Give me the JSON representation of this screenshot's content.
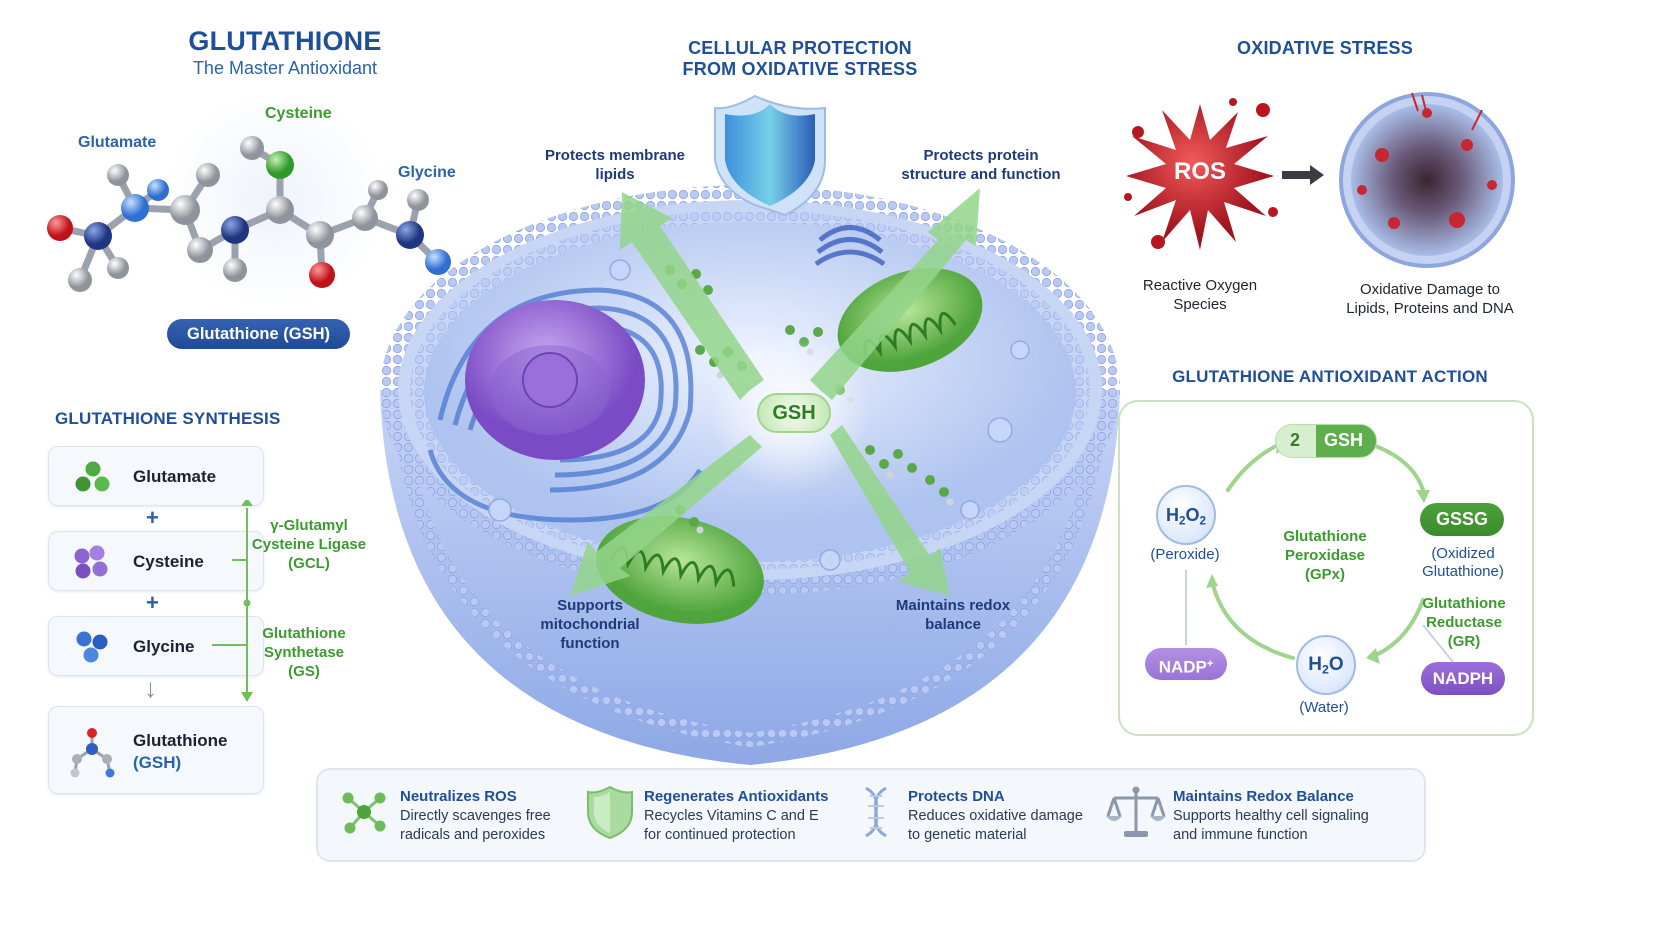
{
  "header": {
    "title": "GLUTATHIONE",
    "subtitle": "The Master Antioxidant"
  },
  "molecule": {
    "labels": {
      "glutamate": "Glutamate",
      "cysteine": "Cysteine",
      "glycine": "Glycine"
    },
    "badge": "Glutathione (GSH)"
  },
  "synthesis": {
    "title": "GLUTATHIONE SYNTHESIS",
    "steps": [
      "Glutamate",
      "Cysteine",
      "Glycine"
    ],
    "product_line1": "Glutathione",
    "product_line2": "(GSH)",
    "plus": "+",
    "arrow": "↓",
    "enzyme1": [
      "γ-Glutamyl",
      "Cysteine Ligase",
      "(GCL)"
    ],
    "enzyme2": [
      "Glutathione",
      "Synthetase",
      "(GS)"
    ]
  },
  "cell": {
    "title_line1": "CELLULAR PROTECTION",
    "title_line2": "FROM OXIDATIVE STRESS",
    "center": "GSH",
    "labels": {
      "membrane": [
        "Protects membrane",
        "lipids"
      ],
      "protein": [
        "Protects protein",
        "structure and function"
      ],
      "mito": [
        "Supports",
        "mitochondrial",
        "function"
      ],
      "redox": [
        "Maintains redox",
        "balance"
      ]
    }
  },
  "oxidative": {
    "title": "OXIDATIVE STRESS",
    "ros": "ROS",
    "ros_label": [
      "Reactive Oxygen",
      "Species"
    ],
    "damage_label": [
      "Oxidative Damage to",
      "Lipids, Proteins and DNA"
    ]
  },
  "action": {
    "title": "GLUTATHIONE ANTIOXIDANT ACTION",
    "gsh_count": "2",
    "gsh": "GSH",
    "gssg": "GSSG",
    "gssg_label": [
      "(Oxidized",
      "Glutathione)"
    ],
    "h2o2_label": "(Peroxide)",
    "h2o_label": "(Water)",
    "gpx": [
      "Glutathione",
      "Peroxidase",
      "(GPx)"
    ],
    "gr": [
      "Glutathione",
      "Reductase",
      "(GR)"
    ],
    "nadp": "NADP",
    "nadph": "NADPH"
  },
  "benefits": [
    {
      "title": "Neutralizes ROS",
      "desc": [
        "Directly scavenges free",
        "radicals and peroxides"
      ],
      "icon": "molecule-icon"
    },
    {
      "title": "Regenerates Antioxidants",
      "desc": [
        "Recycles Vitamins C and E",
        "for continued protection"
      ],
      "icon": "shield-icon"
    },
    {
      "title": "Protects DNA",
      "desc": [
        "Reduces oxidative damage",
        "to genetic material"
      ],
      "icon": "dna-icon"
    },
    {
      "title": "Maintains Redox Balance",
      "desc": [
        "Supports healthy cell signaling",
        "and immune function"
      ],
      "icon": "balance-scale-icon"
    }
  ],
  "colors": {
    "navy": "#1f4f98",
    "green": "#3f9a30",
    "purple": "#8a63c8",
    "ros_red": "#c4242f",
    "membrane": "#9db5ec"
  }
}
